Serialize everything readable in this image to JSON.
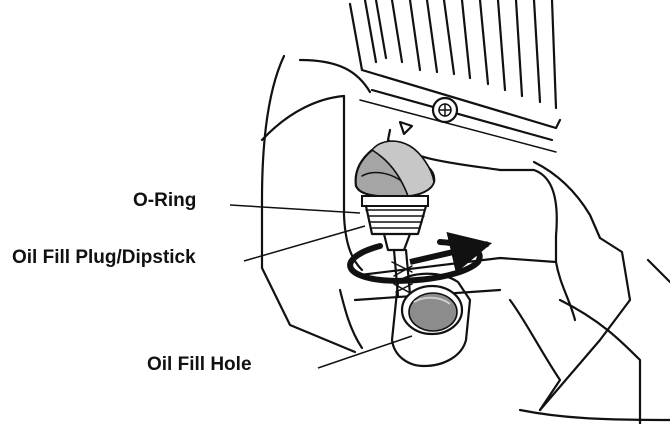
{
  "callouts": {
    "o_ring": "O-Ring",
    "oil_fill_plug": "Oil Fill Plug/Dipstick",
    "oil_fill_hole": "Oil Fill Hole"
  },
  "colors": {
    "line": "#111111",
    "background": "#ffffff",
    "plug_shade": "#9a9a9a",
    "hole_shade": "#8c8c8c"
  },
  "icons": [
    "rotation-arrow-icon",
    "bolt-icon"
  ]
}
